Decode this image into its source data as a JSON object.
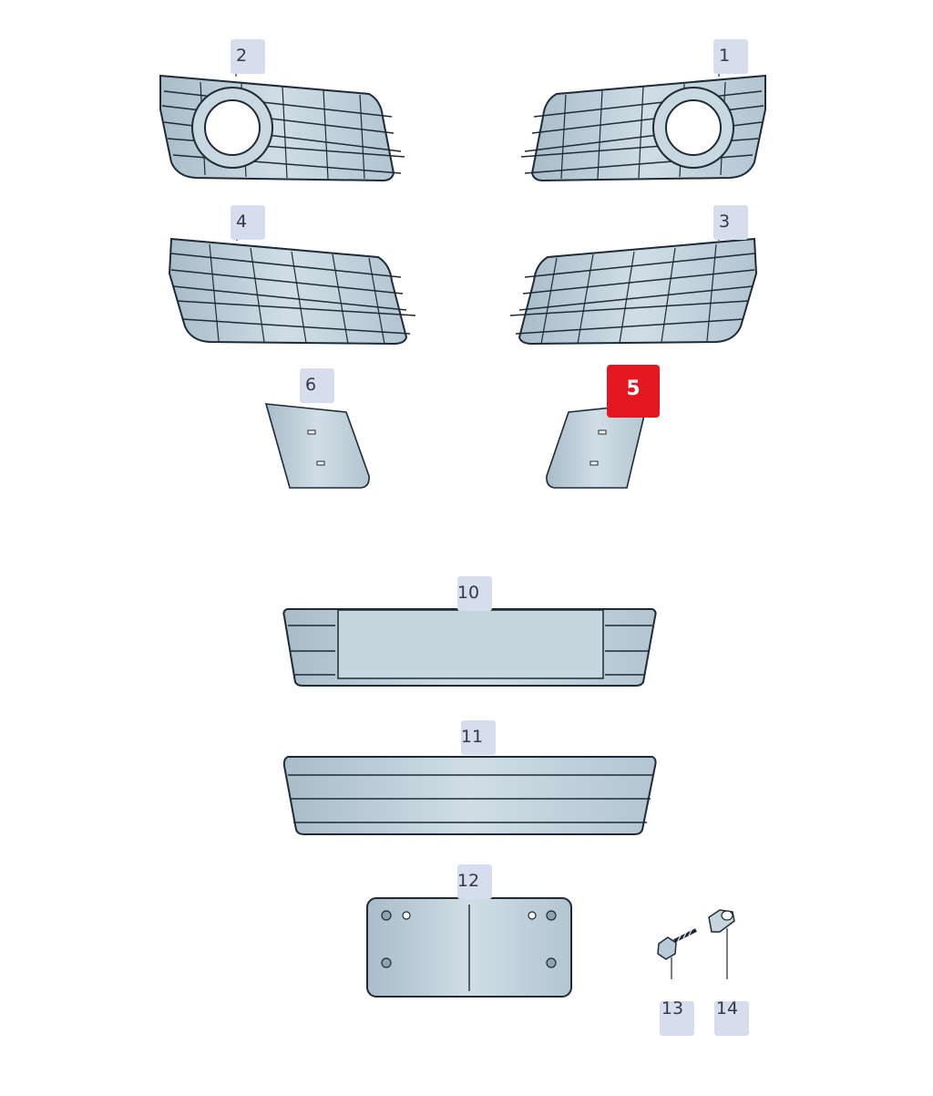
{
  "diagram": {
    "colors": {
      "part_fill": "#b9cbd6",
      "part_fill_light": "#d4e0e7",
      "outline": "#1e2a35",
      "callout_bg": "#d6deee",
      "callout_active": "#e3171f"
    },
    "callouts": [
      {
        "id": "1",
        "label": "1",
        "active": false
      },
      {
        "id": "2",
        "label": "2",
        "active": false
      },
      {
        "id": "3",
        "label": "3",
        "active": false
      },
      {
        "id": "4",
        "label": "4",
        "active": false
      },
      {
        "id": "5",
        "label": "5",
        "active": true
      },
      {
        "id": "6",
        "label": "6",
        "active": false
      },
      {
        "id": "10",
        "label": "10",
        "active": false
      },
      {
        "id": "11",
        "label": "11",
        "active": false
      },
      {
        "id": "12",
        "label": "12",
        "active": false
      },
      {
        "id": "13",
        "label": "13",
        "active": false
      },
      {
        "id": "14",
        "label": "14",
        "active": false
      }
    ]
  }
}
